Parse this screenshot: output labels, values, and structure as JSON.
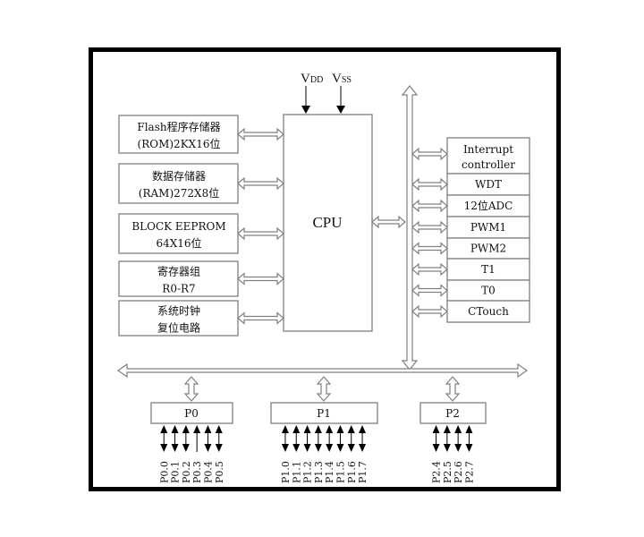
{
  "power": {
    "vdd": {
      "main": "V",
      "sub": "DD"
    },
    "vss": {
      "main": "V",
      "sub": "SS"
    }
  },
  "cpu": {
    "label": "CPU"
  },
  "memory_blocks": [
    {
      "lines": [
        "Flash程序存储器",
        "(ROM)2KX16位"
      ]
    },
    {
      "lines": [
        "数据存储器",
        "(RAM)272X8位"
      ]
    },
    {
      "lines": [
        "BLOCK EEPROM",
        "64X16位"
      ]
    },
    {
      "lines": [
        "寄存器组",
        "R0-R7"
      ]
    },
    {
      "lines": [
        "系统时钟",
        "复位电路"
      ]
    }
  ],
  "peripherals": [
    {
      "lines": [
        "Interrupt",
        "controller"
      ]
    },
    {
      "lines": [
        "WDT"
      ]
    },
    {
      "lines": [
        "12位ADC"
      ]
    },
    {
      "lines": [
        "PWM1"
      ]
    },
    {
      "lines": [
        "PWM2"
      ]
    },
    {
      "lines": [
        "T1"
      ]
    },
    {
      "lines": [
        "T0"
      ]
    },
    {
      "lines": [
        "CTouch"
      ]
    }
  ],
  "ports": [
    {
      "label": "P0",
      "pins": [
        {
          "name": "P0.0",
          "dir": "bi"
        },
        {
          "name": "P0.1",
          "dir": "bi"
        },
        {
          "name": "P0.2",
          "dir": "bi"
        },
        {
          "name": "P0.3",
          "dir": "in"
        },
        {
          "name": "P0.4",
          "dir": "bi"
        },
        {
          "name": "P0.5",
          "dir": "bi"
        }
      ]
    },
    {
      "label": "P1",
      "pins": [
        {
          "name": "P1.0",
          "dir": "bi"
        },
        {
          "name": "P1.1",
          "dir": "bi"
        },
        {
          "name": "P1.2",
          "dir": "bi"
        },
        {
          "name": "P1.3",
          "dir": "bi"
        },
        {
          "name": "P1.4",
          "dir": "bi"
        },
        {
          "name": "P1.5",
          "dir": "bi"
        },
        {
          "name": "P1.6",
          "dir": "bi"
        },
        {
          "name": "P1.7",
          "dir": "bi"
        }
      ]
    },
    {
      "label": "P2",
      "pins": [
        {
          "name": "P2.4",
          "dir": "bi"
        },
        {
          "name": "P2.5",
          "dir": "bi"
        },
        {
          "name": "P2.6",
          "dir": "bi"
        },
        {
          "name": "P2.7",
          "dir": "bi"
        }
      ]
    }
  ]
}
